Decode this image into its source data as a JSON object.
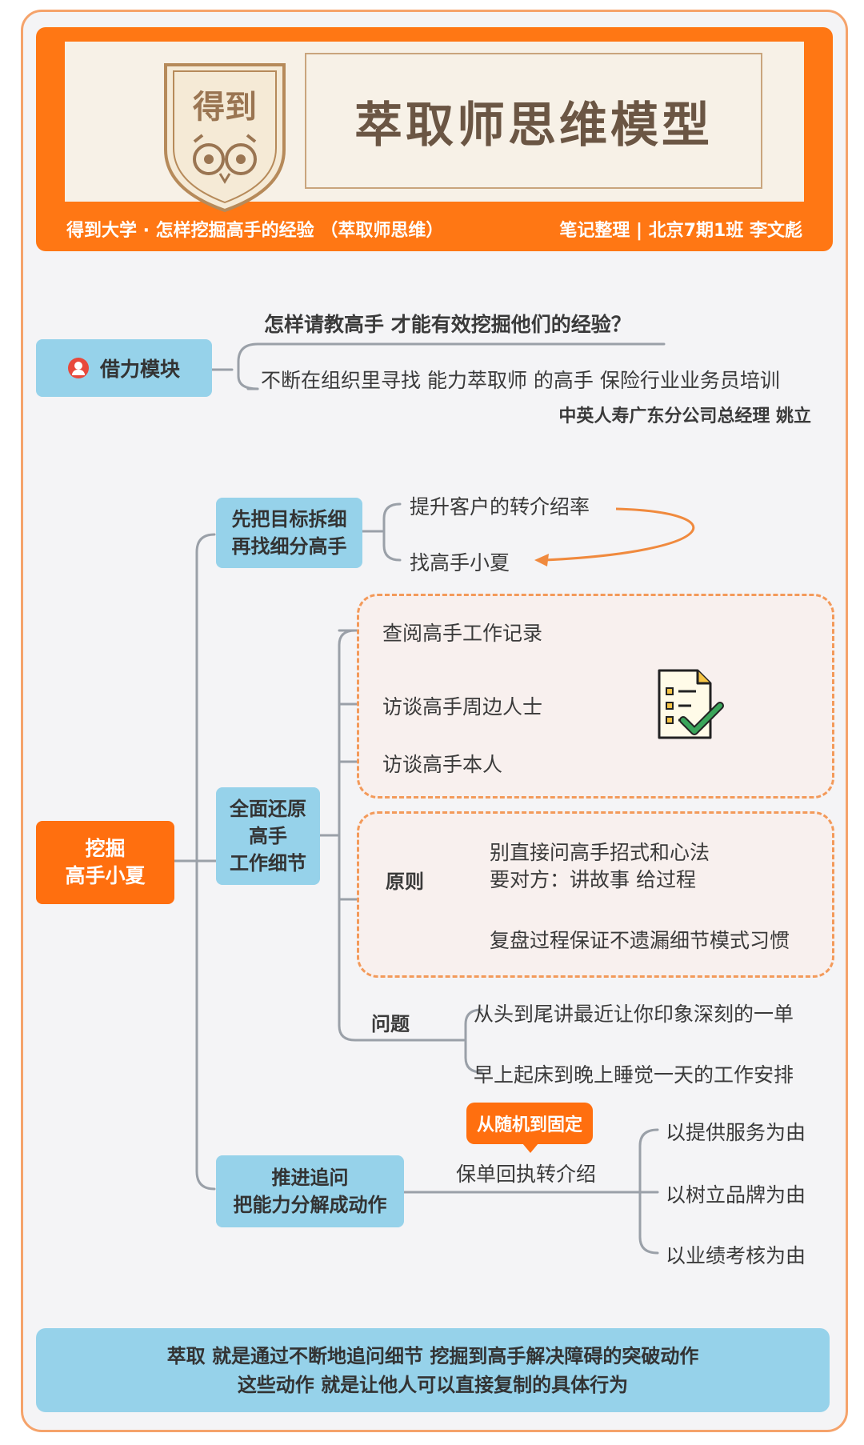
{
  "header": {
    "logo_text": "得到",
    "title": "萃取师思维模型",
    "left_caption": "得到大学 · 怎样挖掘高手的经验 （萃取师思维）",
    "right_caption": "笔记整理 | 北京7期1班 李文彪"
  },
  "module": {
    "label": "借力模块",
    "question": "怎样请教高手 才能有效挖掘他们的经验？",
    "statement": "不断在组织里寻找 能力萃取师 的高手 保险行业业务员培训",
    "attribution": "中英人寿广东分公司总经理  姚立"
  },
  "root": {
    "line1": "挖掘",
    "line2": "高手小夏"
  },
  "branch1": {
    "line1": "先把目标拆细",
    "line2": "再找细分高手",
    "items": [
      "提升客户的转介绍率",
      "找高手小夏"
    ]
  },
  "branch2": {
    "line1": "全面还原",
    "line2": "高手",
    "line3": "工作细节",
    "methods": [
      "查阅高手工作记录",
      "访谈高手周边人士",
      "访谈高手本人"
    ],
    "principle_label": "原则",
    "principles": [
      "别直接问高手招式和心法",
      "要对方：讲故事 给过程",
      "复盘过程保证不遗漏细节模式习惯"
    ],
    "question_label": "问题",
    "questions": [
      "从头到尾讲最近让你印象深刻的一单",
      "早上起床到晚上睡觉一天的工作安排"
    ]
  },
  "branch3": {
    "line1": "推进追问",
    "line2": "把能力分解成动作",
    "tag": "从随机到固定",
    "middle": "保单回执转介绍",
    "reasons": [
      "以提供服务为由",
      "以树立品牌为由",
      "以业绩考核为由"
    ]
  },
  "footer": {
    "line1": "萃取 就是通过不断地追问细节 挖掘到高手解决障碍的突破动作",
    "line2": "这些动作 就是让他人可以直接复制的具体行为"
  },
  "colors": {
    "accent": "#ff7714",
    "blue_node": "#96d2ea",
    "dash": "#f39a5a"
  },
  "icons": [
    "user-icon",
    "checklist-icon",
    "owl-shield-logo"
  ]
}
